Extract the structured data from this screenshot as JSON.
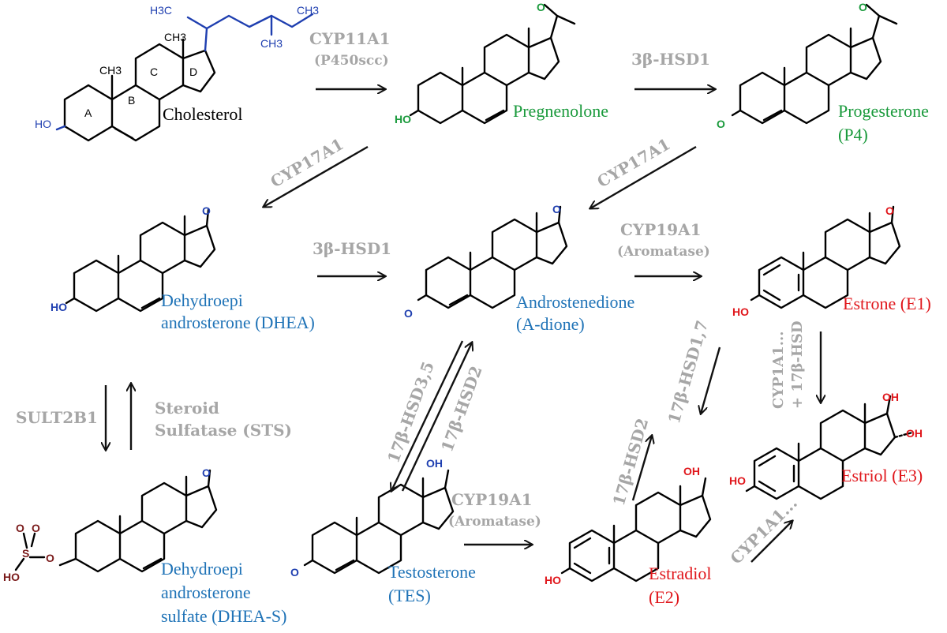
{
  "colors": {
    "green": "#1a9a3c",
    "blue": "#1f73b7",
    "red": "#e0161b",
    "enzyme_gray": "#a6a6a6",
    "cholesterol_blue": "#1f3fb0",
    "sulfate_dark_red": "#7a1a1a"
  },
  "compounds": {
    "cholesterol": "Cholesterol",
    "pregnenolone": "Pregnenolone",
    "progesterone_1": "Progesterone",
    "progesterone_2": "(P4)",
    "dhea_1": "Dehydroepi",
    "dhea_2": "androsterone (DHEA)",
    "adione_1": "Androstenedione",
    "adione_2": "(A-dione)",
    "estrone": "Estrone (E1)",
    "dheas_1": "Dehydroepi",
    "dheas_2": "androsterone",
    "dheas_3": "sulfate (DHEA-S)",
    "tes_1": "Testosterone",
    "tes_2": "(TES)",
    "estradiol_1": "Estradiol",
    "estradiol_2": "(E2)",
    "estriol": "Estriol (E3)"
  },
  "enzymes": {
    "cyp11a1": "CYP11A1",
    "p450scc": "(P450scc)",
    "hsd3b1_top": "3β-HSD1",
    "cyp17a1_left": "CYP17A1",
    "cyp17a1_right": "CYP17A1",
    "hsd3b1_mid": "3β-HSD1",
    "cyp19a1_top": "CYP19A1",
    "aromatase_top": "(Aromatase)",
    "sult2b1": "SULT2B1",
    "sts_1": "Steroid",
    "sts_2": "Sulfatase (STS)",
    "hsd17b35": "17β-HSD3,5",
    "hsd17b2_left": "17β-HSD2",
    "hsd17b17": "17β-HSD1,7",
    "hsd17b2_right": "17β-HSD2",
    "cyp1a1_hsd_1": "CYP1A1...",
    "cyp1a1_hsd_2": "+ 17β-HSD",
    "cyp19a1_bot": "CYP19A1",
    "aromatase_bot": "(Aromatase)",
    "cyp1a1_bot": "CYP1A1..."
  },
  "atoms": {
    "h3c": "H3C",
    "ch3": "CH3",
    "ho": "HO",
    "o": "O",
    "oh": "OH",
    "s": "S"
  },
  "rings": {
    "a": "A",
    "b": "B",
    "c": "C",
    "d": "D"
  }
}
